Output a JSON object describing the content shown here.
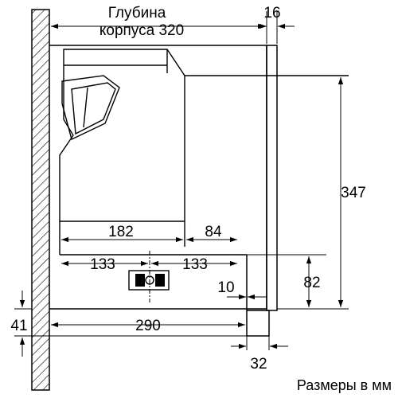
{
  "labels": {
    "depth_line1": "Глубина",
    "depth_line2": "корпуса 320",
    "front_thickness": "16",
    "height_347": "347",
    "width_182": "182",
    "width_84": "84",
    "left_133": "133",
    "right_133": "133",
    "height_82": "82",
    "gap_10": "10",
    "height_41": "41",
    "width_290": "290",
    "width_32": "32",
    "units_note": "Размеры в мм"
  },
  "colors": {
    "line": "#000000",
    "background": "#ffffff"
  }
}
